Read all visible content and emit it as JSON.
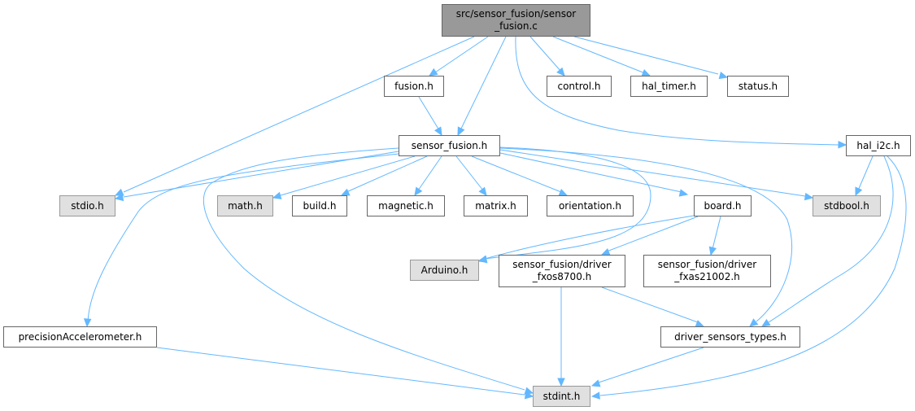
{
  "diagram": {
    "type": "include-dependency-graph",
    "colors": {
      "edge": "#63b8ff",
      "root_fill": "#999999",
      "system_header_fill": "#e0e0e0",
      "project_header_fill": "#ffffff",
      "border": "#666666"
    },
    "nodes": [
      {
        "id": "root",
        "label": "src/sensor_fusion/sensor\n_fusion.c",
        "kind": "root"
      },
      {
        "id": "fusion_h",
        "label": "fusion.h",
        "kind": "project"
      },
      {
        "id": "control_h",
        "label": "control.h",
        "kind": "project"
      },
      {
        "id": "hal_timer_h",
        "label": "hal_timer.h",
        "kind": "project"
      },
      {
        "id": "status_h",
        "label": "status.h",
        "kind": "project"
      },
      {
        "id": "sensor_fusion_h",
        "label": "sensor_fusion.h",
        "kind": "project"
      },
      {
        "id": "hal_i2c_h",
        "label": "hal_i2c.h",
        "kind": "project"
      },
      {
        "id": "stdio_h",
        "label": "stdio.h",
        "kind": "system"
      },
      {
        "id": "math_h",
        "label": "math.h",
        "kind": "system"
      },
      {
        "id": "build_h",
        "label": "build.h",
        "kind": "project"
      },
      {
        "id": "magnetic_h",
        "label": "magnetic.h",
        "kind": "project"
      },
      {
        "id": "matrix_h",
        "label": "matrix.h",
        "kind": "project"
      },
      {
        "id": "orientation_h",
        "label": "orientation.h",
        "kind": "project"
      },
      {
        "id": "board_h",
        "label": "board.h",
        "kind": "project"
      },
      {
        "id": "stdbool_h",
        "label": "stdbool.h",
        "kind": "system"
      },
      {
        "id": "arduino_h",
        "label": "Arduino.h",
        "kind": "system"
      },
      {
        "id": "fxos8700_h",
        "label": "sensor_fusion/driver\n_fxos8700.h",
        "kind": "project"
      },
      {
        "id": "fxas21002_h",
        "label": "sensor_fusion/driver\n_fxas21002.h",
        "kind": "project"
      },
      {
        "id": "precision_h",
        "label": "precisionAccelerometer.h",
        "kind": "project"
      },
      {
        "id": "dst_h",
        "label": "driver_sensors_types.h",
        "kind": "project"
      },
      {
        "id": "stdint_h",
        "label": "stdint.h",
        "kind": "system"
      }
    ],
    "edges": [
      {
        "from": "root",
        "to": "stdio_h"
      },
      {
        "from": "root",
        "to": "fusion_h"
      },
      {
        "from": "root",
        "to": "sensor_fusion_h"
      },
      {
        "from": "root",
        "to": "hal_i2c_h"
      },
      {
        "from": "root",
        "to": "control_h"
      },
      {
        "from": "root",
        "to": "hal_timer_h"
      },
      {
        "from": "root",
        "to": "status_h"
      },
      {
        "from": "fusion_h",
        "to": "sensor_fusion_h"
      },
      {
        "from": "sensor_fusion_h",
        "to": "stdio_h"
      },
      {
        "from": "sensor_fusion_h",
        "to": "math_h"
      },
      {
        "from": "sensor_fusion_h",
        "to": "build_h"
      },
      {
        "from": "sensor_fusion_h",
        "to": "magnetic_h"
      },
      {
        "from": "sensor_fusion_h",
        "to": "matrix_h"
      },
      {
        "from": "sensor_fusion_h",
        "to": "orientation_h"
      },
      {
        "from": "sensor_fusion_h",
        "to": "board_h"
      },
      {
        "from": "sensor_fusion_h",
        "to": "stdbool_h"
      },
      {
        "from": "sensor_fusion_h",
        "to": "arduino_h"
      },
      {
        "from": "sensor_fusion_h",
        "to": "precision_h"
      },
      {
        "from": "sensor_fusion_h",
        "to": "stdint_h"
      },
      {
        "from": "sensor_fusion_h",
        "to": "dst_h"
      },
      {
        "from": "hal_i2c_h",
        "to": "stdbool_h"
      },
      {
        "from": "hal_i2c_h",
        "to": "dst_h"
      },
      {
        "from": "hal_i2c_h",
        "to": "stdint_h"
      },
      {
        "from": "board_h",
        "to": "arduino_h"
      },
      {
        "from": "board_h",
        "to": "fxos8700_h"
      },
      {
        "from": "board_h",
        "to": "fxas21002_h"
      },
      {
        "from": "fxos8700_h",
        "to": "stdint_h"
      },
      {
        "from": "fxos8700_h",
        "to": "dst_h"
      },
      {
        "from": "precision_h",
        "to": "stdint_h"
      },
      {
        "from": "dst_h",
        "to": "stdint_h"
      }
    ]
  }
}
